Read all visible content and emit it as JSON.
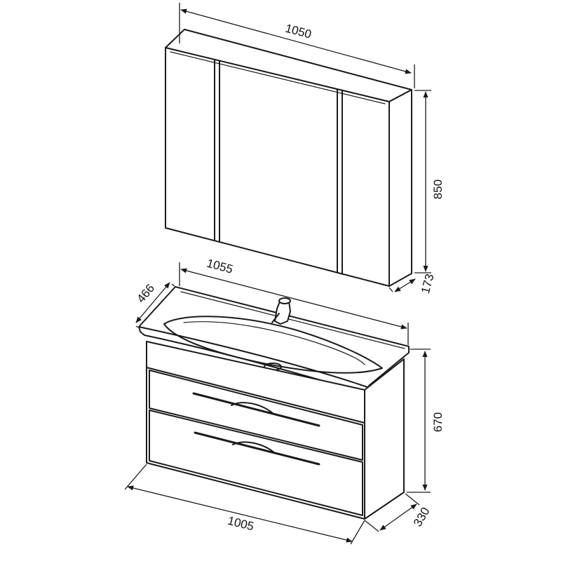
{
  "dimensions": {
    "mirror_cabinet_width": "1050",
    "mirror_cabinet_height": "850",
    "mirror_cabinet_depth": "173",
    "basin_width": "1055",
    "basin_depth": "466",
    "vanity_width": "1005",
    "vanity_height": "670",
    "vanity_depth": "330"
  },
  "colors": {
    "line": "#1a1a1a",
    "background": "#ffffff"
  }
}
